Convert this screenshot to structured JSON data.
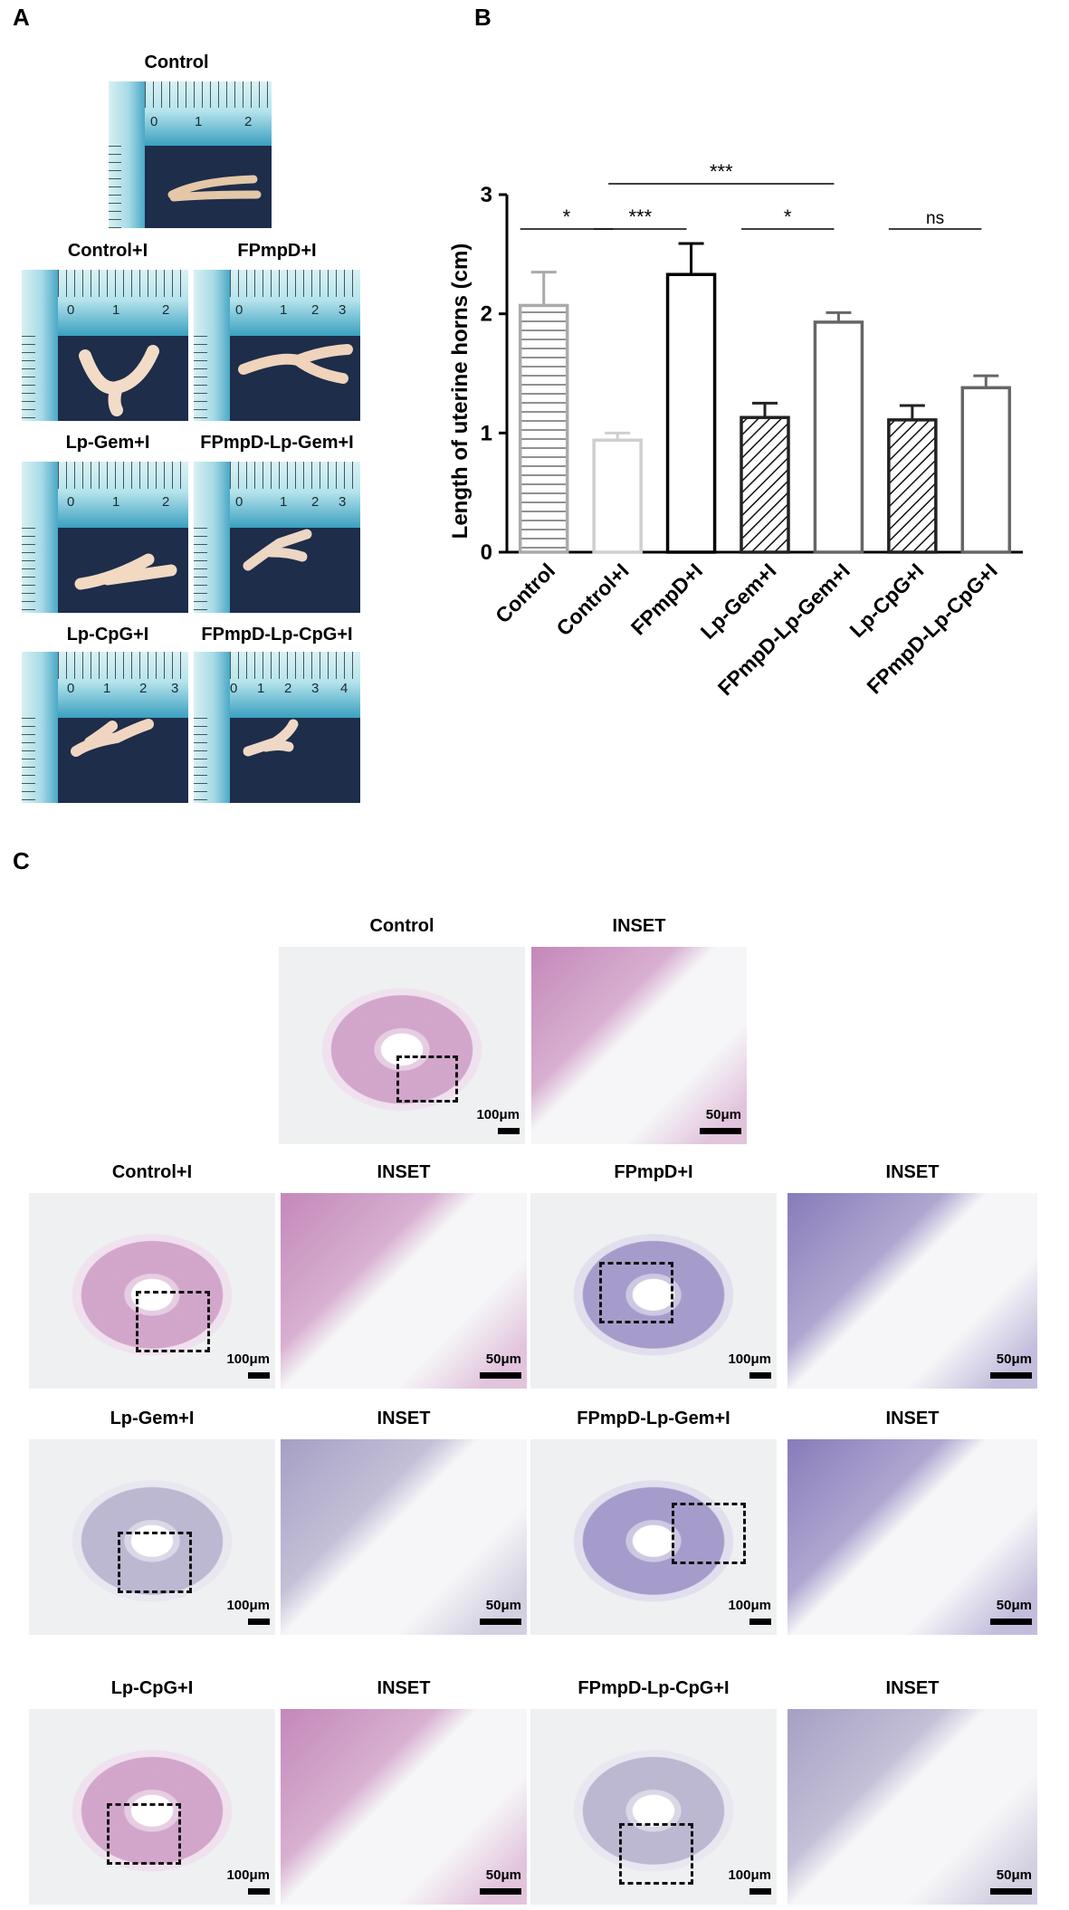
{
  "panels": {
    "a": "A",
    "b": "B",
    "c": "C"
  },
  "photos": [
    {
      "title": "Control"
    },
    {
      "title": "Control+I"
    },
    {
      "title": "FPmpD+I"
    },
    {
      "title": "Lp-Gem+I"
    },
    {
      "title": "FPmpD-Lp-Gem+I"
    },
    {
      "title": "Lp-CpG+I"
    },
    {
      "title": "FPmpD-Lp-CpG+I"
    }
  ],
  "ruler_numbers": [
    "0",
    "1",
    "2",
    "3",
    "4"
  ],
  "chart_data": {
    "type": "bar",
    "ylabel": "Length of uterine horns (cm)",
    "ylim": [
      0,
      3
    ],
    "yticks": [
      "0",
      "1",
      "2",
      "3"
    ],
    "categories": [
      "Control",
      "Control+I",
      "FPmpD+I",
      "Lp-Gem+I",
      "FPmpD-Lp-Gem+I",
      "Lp-CpG+I",
      "FPmpD-Lp-CpG+I"
    ],
    "values": [
      2.07,
      0.94,
      2.33,
      1.13,
      1.93,
      1.11,
      1.38
    ],
    "errors": [
      0.28,
      0.06,
      0.26,
      0.12,
      0.08,
      0.12,
      0.1
    ],
    "bar_styles": [
      "horizontal-lines",
      "open-light",
      "open-black",
      "diagonal-hatch",
      "open-gray",
      "diagonal-hatch",
      "open-gray"
    ],
    "significance": [
      {
        "from": 0,
        "to": 1,
        "label": "*"
      },
      {
        "from": 1,
        "to": 2,
        "label": "***"
      },
      {
        "from": 1,
        "to": 4,
        "label": "***"
      },
      {
        "from": 3,
        "to": 4,
        "label": "*"
      },
      {
        "from": 5,
        "to": 6,
        "label": "ns"
      }
    ]
  },
  "histology": {
    "inset_label": "INSET",
    "scale_100": "100μm",
    "scale_50": "50μm",
    "groups": [
      "Control",
      "Control+I",
      "FPmpD+I",
      "Lp-Gem+I",
      "FPmpD-Lp-Gem+I",
      "Lp-CpG+I",
      "FPmpD-Lp-CpG+I"
    ]
  },
  "colors": {
    "stain_pink": "#b56aa8",
    "stain_purple": "#6a5aa8",
    "ruler_blue": "#3aa0c0",
    "bg_dark": "#1d2d4a"
  }
}
